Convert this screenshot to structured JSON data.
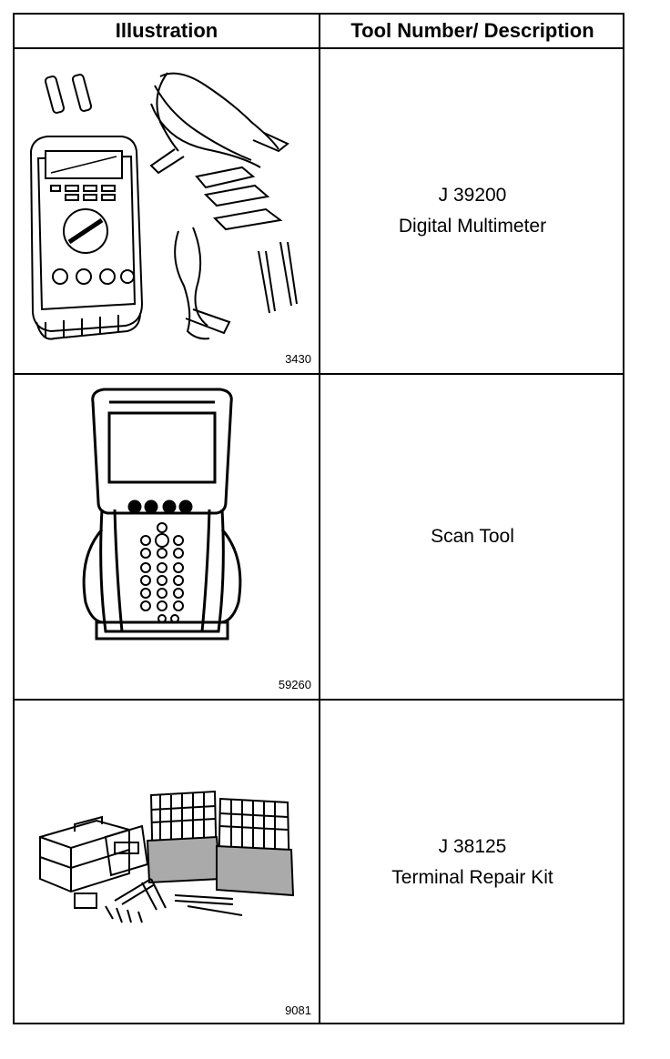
{
  "table": {
    "header": {
      "illustration": "Illustration",
      "description": "Tool Number/ Description"
    },
    "rows": [
      {
        "figure_number": "3430",
        "tool_number": "J 39200",
        "description": "Digital Multimeter",
        "illustration_icon": "digital-multimeter-icon"
      },
      {
        "figure_number": "59260",
        "tool_number": "",
        "description": "Scan Tool",
        "illustration_icon": "scan-tool-icon"
      },
      {
        "figure_number": "9081",
        "tool_number": "J 38125",
        "description": "Terminal Repair Kit",
        "illustration_icon": "terminal-repair-kit-icon"
      }
    ]
  }
}
